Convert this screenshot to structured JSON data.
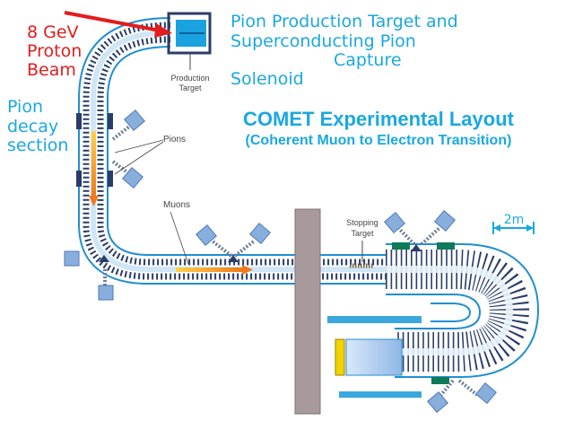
{
  "labels": {
    "proton_beam": [
      "8 GeV",
      "Proton",
      "Beam"
    ],
    "pion_target_title": [
      "Pion Production Target and",
      "Superconducting Pion",
      "Capture",
      "Solenoid"
    ],
    "decay_section": [
      "Pion",
      "decay",
      "section"
    ],
    "main_title": "COMET Experimental Layout",
    "subtitle": "(Coherent Muon to Electron Transition)",
    "production_target": [
      "Production",
      "Target"
    ],
    "pions": "Pions",
    "muons": "Muons",
    "stopping_target": [
      "Stopping",
      "Target"
    ],
    "scale": "2m"
  },
  "colors": {
    "red_label": "#e41c1c",
    "blue_label": "#1aa8e0",
    "tube_outline": "#1f8fd2",
    "coil": "#2a3d6a",
    "arrow": "#f7a11a",
    "shield": "#a89a9a",
    "magnet_box": "#88aede",
    "green_yoke": "#0f7a5a",
    "detector": "#f2d200"
  }
}
